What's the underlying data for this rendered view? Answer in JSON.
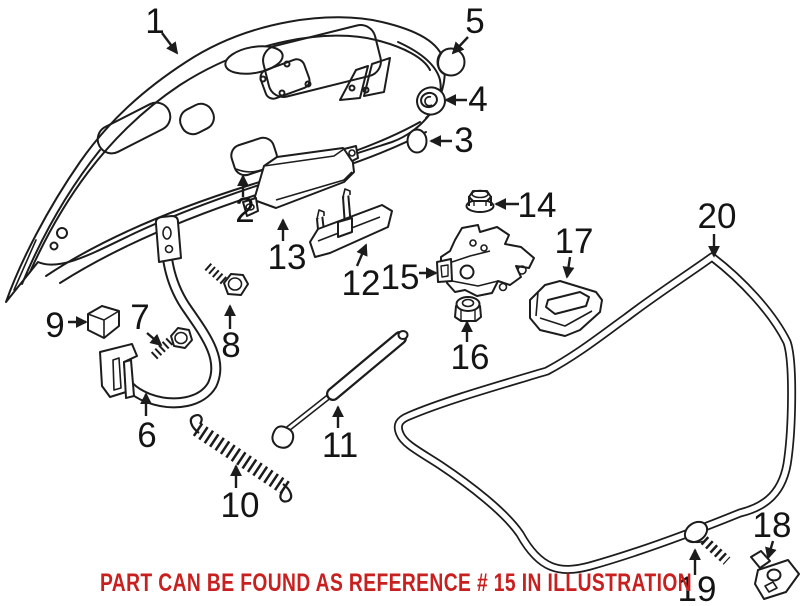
{
  "diagram": {
    "type": "exploded-parts-illustration",
    "subject": "trunk lid assembly"
  },
  "labels": [
    "1",
    "2",
    "3",
    "4",
    "5",
    "6",
    "7",
    "8",
    "9",
    "10",
    "11",
    "12",
    "13",
    "14",
    "15",
    "16",
    "17",
    "18",
    "19",
    "20"
  ],
  "notice": {
    "text": "PART CAN BE FOUND AS REFERENCE # 15 IN ILLUSTRATION",
    "color": "#c8201f"
  },
  "colors": {
    "line": "#1c1c1c",
    "label": "#141414",
    "background": "#ffffff"
  }
}
